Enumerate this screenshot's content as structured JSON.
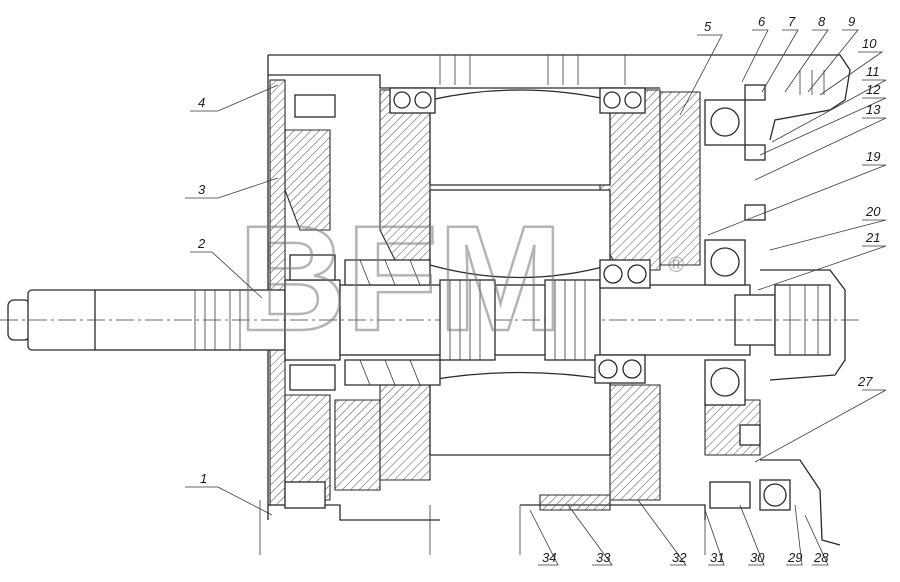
{
  "watermark": {
    "text": "BFM",
    "mark": "®"
  },
  "callouts": [
    {
      "label": "1"
    },
    {
      "label": "2"
    },
    {
      "label": "3"
    },
    {
      "label": "4"
    },
    {
      "label": "5"
    },
    {
      "label": "6"
    },
    {
      "label": "7"
    },
    {
      "label": "8"
    },
    {
      "label": "9"
    },
    {
      "label": "10"
    },
    {
      "label": "11"
    },
    {
      "label": "12"
    },
    {
      "label": "13"
    },
    {
      "label": "19"
    },
    {
      "label": "20"
    },
    {
      "label": "21"
    },
    {
      "label": "27"
    },
    {
      "label": "28"
    },
    {
      "label": "29"
    },
    {
      "label": "30"
    },
    {
      "label": "31"
    },
    {
      "label": "32"
    },
    {
      "label": "33"
    },
    {
      "label": "34"
    }
  ],
  "colors": {
    "line": "#2a2a2a",
    "watermark": "#777777",
    "background": "#ffffff"
  }
}
